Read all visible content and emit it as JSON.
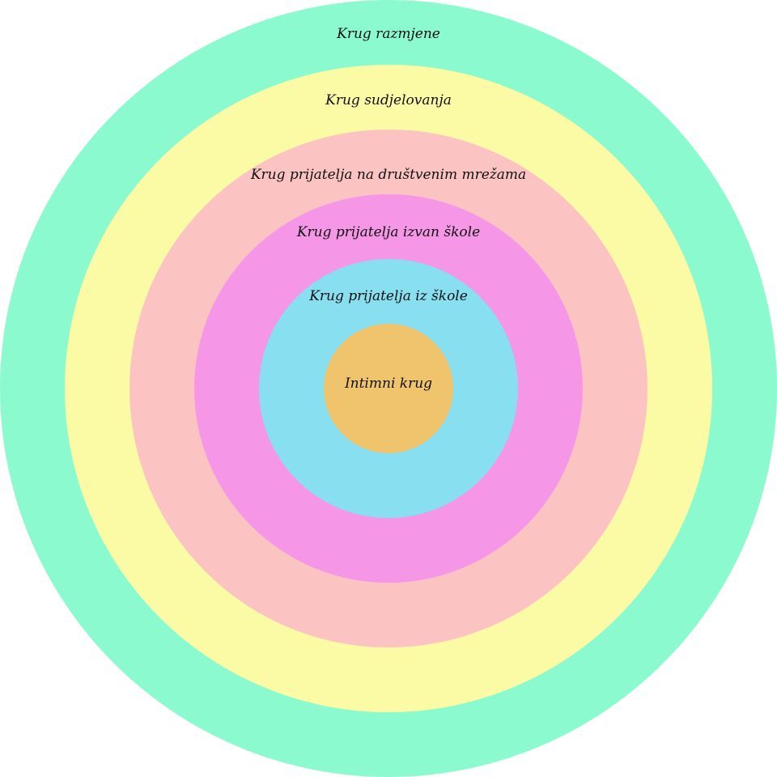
{
  "circles": [
    {
      "label": "Krug razmjene",
      "color": "#8cfacf"
    },
    {
      "label": "Krug sudjelovanja",
      "color": "#fbfba6"
    },
    {
      "label": "Krug prijatelja na društvenim mrežama",
      "color": "#fbc4c2"
    },
    {
      "label": "Krug prijatelja izvan škole",
      "color": "#f597e6"
    },
    {
      "label": "Krug prijatelja iz škole",
      "color": "#87dff0"
    },
    {
      "label": "Intimni krug",
      "color": "#efc46c"
    }
  ]
}
